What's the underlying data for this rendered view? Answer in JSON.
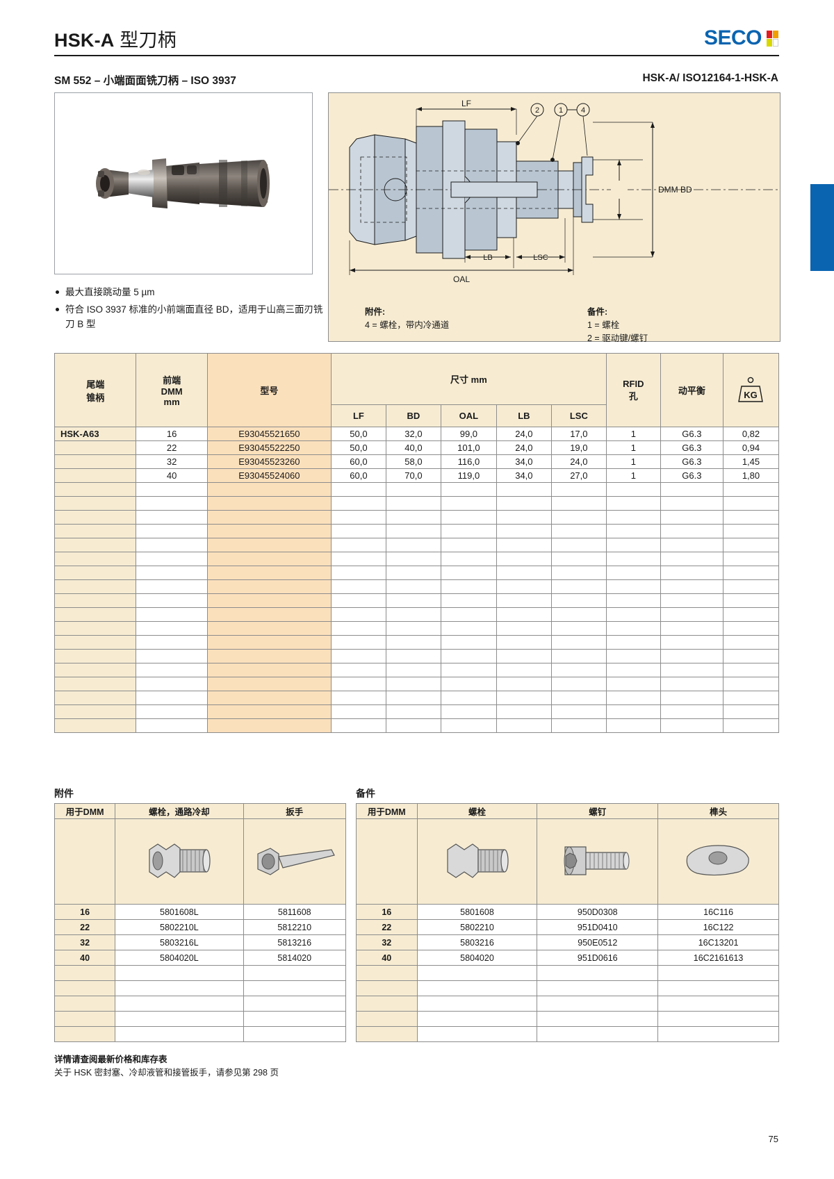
{
  "header": {
    "title_bold": "HSK-A",
    "title_rest": " 型刀柄",
    "logo_word": "SECO",
    "subtitle_left": "SM 552 – 小端面面铣刀柄 – ISO 3937",
    "subtitle_right": "HSK-A/ ISO12164-1-HSK-A"
  },
  "bullets": [
    "最大直接跳动量 5 µm",
    "符合 ISO 3937 标准的小前端面直径 BD，适用于山高三面刃铣刀 B 型"
  ],
  "drawing": {
    "labels": {
      "lf": "LF",
      "dmm_bd": "DMM BD",
      "lb": "LB",
      "lsc": "LSC",
      "oal": "OAL",
      "callout_2": "2",
      "callout_1": "1",
      "callout_4": "4"
    },
    "notes_left_title": "附件:",
    "notes_left_items": [
      "4 = 螺栓，带内冷通道"
    ],
    "notes_right_title": "备件:",
    "notes_right_items": [
      "1 = 螺栓",
      "2 = 驱动键/螺钉"
    ]
  },
  "main_table": {
    "headers": {
      "shank": "尾端\n锥柄",
      "shank_l1": "尾端",
      "shank_l2": "锥柄",
      "dmm_l1": "前端",
      "dmm_l2": "DMM",
      "dmm_l3": "mm",
      "model": "型号",
      "dims_group": "尺寸 mm",
      "lf": "LF",
      "bd": "BD",
      "oal": "OAL",
      "lb": "LB",
      "lsc": "LSC",
      "rfid_l1": "RFID",
      "rfid_l2": "孔",
      "balance": "动平衡",
      "kg": "KG"
    },
    "group_label": "HSK-A63",
    "rows": [
      {
        "dmm": "16",
        "model": "E93045521650",
        "lf": "50,0",
        "bd": "32,0",
        "oal": "99,0",
        "lb": "24,0",
        "lsc": "17,0",
        "rfid": "1",
        "balance": "G6.3",
        "kg": "0,82"
      },
      {
        "dmm": "22",
        "model": "E93045522250",
        "lf": "50,0",
        "bd": "40,0",
        "oal": "101,0",
        "lb": "24,0",
        "lsc": "19,0",
        "rfid": "1",
        "balance": "G6.3",
        "kg": "0,94"
      },
      {
        "dmm": "32",
        "model": "E93045523260",
        "lf": "60,0",
        "bd": "58,0",
        "oal": "116,0",
        "lb": "34,0",
        "lsc": "24,0",
        "rfid": "1",
        "balance": "G6.3",
        "kg": "1,45"
      },
      {
        "dmm": "40",
        "model": "E93045524060",
        "lf": "60,0",
        "bd": "70,0",
        "oal": "119,0",
        "lb": "34,0",
        "lsc": "27,0",
        "rfid": "1",
        "balance": "G6.3",
        "kg": "1,80"
      }
    ],
    "empty_rows": 18
  },
  "accessories": {
    "label": "附件",
    "headers": [
      "用于DMM",
      "螺栓，通路冷却",
      "扳手"
    ],
    "rows": [
      {
        "dmm": "16",
        "bolt": "5801608L",
        "wrench": "5811608"
      },
      {
        "dmm": "22",
        "bolt": "5802210L",
        "wrench": "5812210"
      },
      {
        "dmm": "32",
        "bolt": "5803216L",
        "wrench": "5813216"
      },
      {
        "dmm": "40",
        "bolt": "5804020L",
        "wrench": "5814020"
      }
    ],
    "empty_rows": 5
  },
  "spares": {
    "label": "备件",
    "headers": [
      "用于DMM",
      "螺栓",
      "螺钉",
      "榫头"
    ],
    "rows": [
      {
        "dmm": "16",
        "bolt": "5801608",
        "screw": "950D0308",
        "key": "16C116"
      },
      {
        "dmm": "22",
        "bolt": "5802210",
        "screw": "951D0410",
        "key": "16C122"
      },
      {
        "dmm": "32",
        "bolt": "5803216",
        "screw": "950E0512",
        "key": "16C13201"
      },
      {
        "dmm": "40",
        "bolt": "5804020",
        "screw": "951D0616",
        "key": "16C2161613"
      }
    ],
    "empty_rows": 5
  },
  "footnotes": {
    "line1": "详情请查阅最新价格和库存表",
    "line2": "关于 HSK 密封塞、冷却液管和接管扳手，请参见第 298 页"
  },
  "page_number": "75",
  "colors": {
    "brand_blue": "#0a64b0",
    "table_header": "#f7ecd2",
    "model_col": "#fbe0bc"
  }
}
